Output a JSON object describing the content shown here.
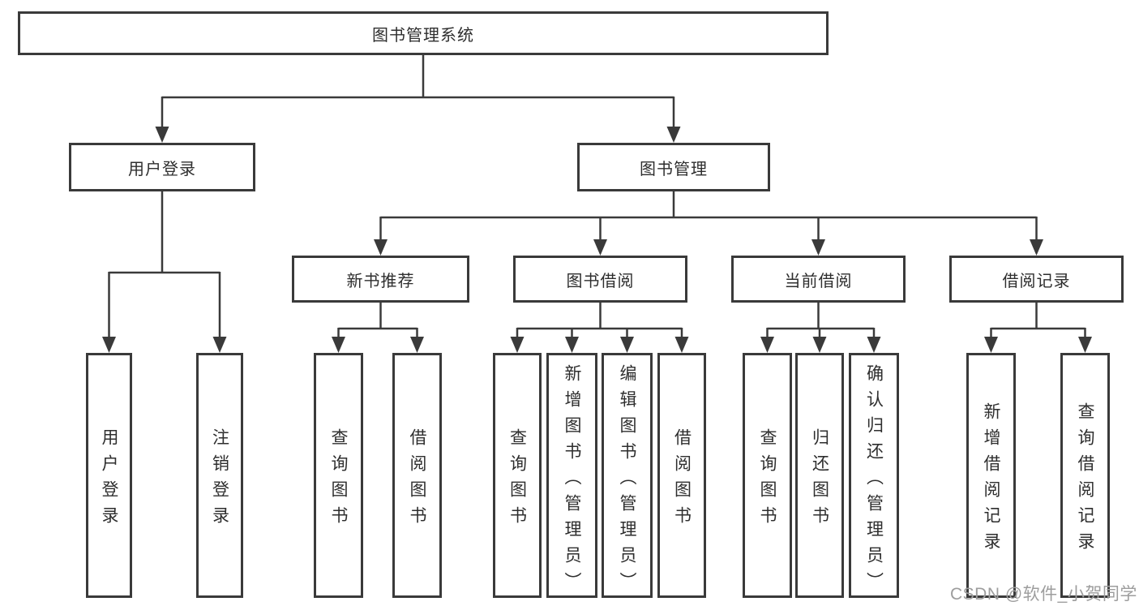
{
  "diagram": {
    "root": {
      "label": "图书管理系统"
    },
    "branches": [
      {
        "label": "用户登录",
        "children": [
          {
            "label": "用户登录"
          },
          {
            "label": "注销登录"
          }
        ]
      },
      {
        "label": "图书管理",
        "children": [
          {
            "label": "新书推荐",
            "children": [
              {
                "label": "查询图书"
              },
              {
                "label": "借阅图书"
              }
            ]
          },
          {
            "label": "图书借阅",
            "children": [
              {
                "label": "查询图书"
              },
              {
                "label": "新增图书（管理员）"
              },
              {
                "label": "编辑图书（管理员）"
              },
              {
                "label": "借阅图书"
              }
            ]
          },
          {
            "label": "当前借阅",
            "children": [
              {
                "label": "查询图书"
              },
              {
                "label": "归还图书"
              },
              {
                "label": "确认归还（管理员）"
              }
            ]
          },
          {
            "label": "借阅记录",
            "children": [
              {
                "label": "新增借阅记录"
              },
              {
                "label": "查询借阅记录"
              }
            ]
          }
        ]
      }
    ]
  },
  "watermark": {
    "text": "CSDN @软件_小贺同学"
  },
  "colors": {
    "line": "#3a3a3a",
    "text": "#2e2e2e",
    "watermark": "#9d9d9d",
    "background": "#ffffff"
  }
}
